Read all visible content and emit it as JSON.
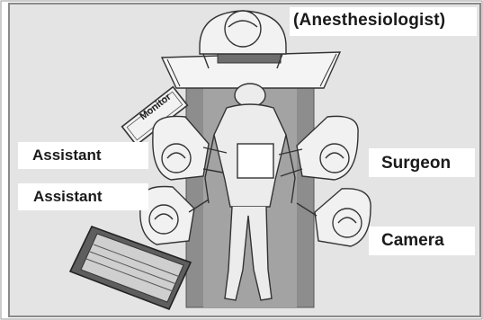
{
  "labels": {
    "anesthesiologist": "(Anesthesiologist)",
    "monitor": "Monitor",
    "assistant_top": "Assistant",
    "assistant_bottom": "Assistant",
    "surgeon": "Surgeon",
    "camera": "Camera"
  },
  "colors": {
    "background": "#e4e4e4",
    "border": "#8a8a8a",
    "table": "#8d8d8d",
    "line": "#3a3a3a",
    "label_bg": "#ffffff",
    "text": "#1a1a1a"
  }
}
